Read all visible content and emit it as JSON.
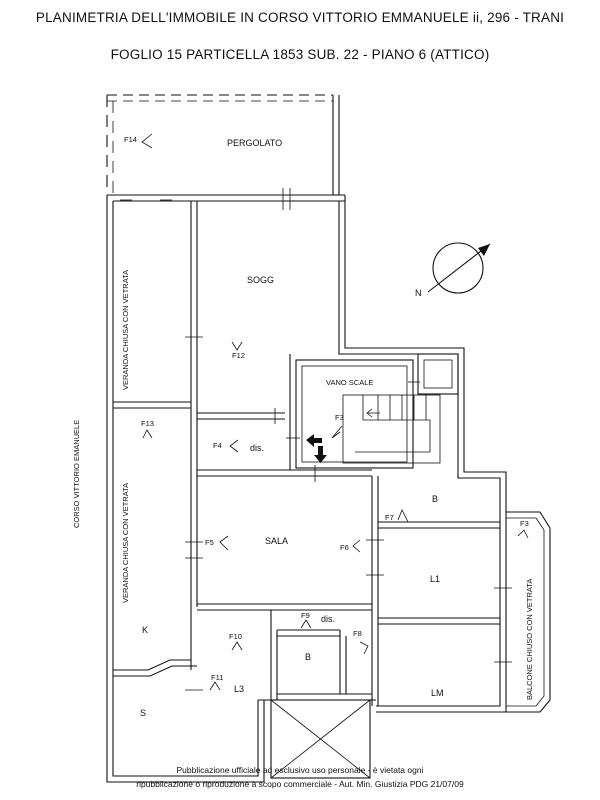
{
  "header": {
    "title": "PLANIMETRIA DELL'IMMOBILE IN CORSO VITTORIO EMMANUELE ii, 296 - TRANI",
    "subtitle": "FOGLIO 15 PARTICELLA 1853 SUB. 22 - PIANO 6 (ATTICO)"
  },
  "rooms": {
    "pergolato": "PERGOLATO",
    "sogg": "SOGG",
    "vano_scale": "VANO SCALE",
    "dis1": "dis.",
    "sala": "SALA",
    "b1": "B",
    "l1": "L1",
    "dis2": "dis.",
    "b2": "B",
    "l3": "L3",
    "lm": "LM",
    "k": "K",
    "s": "S",
    "veranda1": "VERANDA CHIUSA CON VETRATA",
    "veranda2": "VERANDA CHIUSA CON VETRATA",
    "balcone": "BALCONE CHIUSO CON VETRATA",
    "street": "CORSO VITTORIO EMANUELE"
  },
  "markers": {
    "f14": "F14",
    "f12": "F12",
    "f13": "F13",
    "f4": "F4",
    "f3a": "F3",
    "f3b": "F3",
    "f7": "F7",
    "f5": "F5",
    "f6": "F6",
    "f9": "F9",
    "f10": "F10",
    "f8": "F8",
    "f11": "F11"
  },
  "compass": {
    "north": "N"
  },
  "footer": {
    "line1": "Pubblicazione ufficiale ad esclusivo uso personale - è vietata ogni",
    "line2": "ripubblicazione o riproduzione a scopo commerciale - Aut. Min. Giustizia PDG 21/07/09"
  }
}
